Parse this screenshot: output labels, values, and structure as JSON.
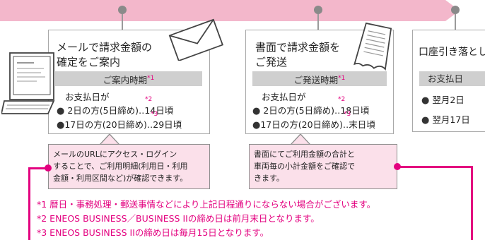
{
  "colors": {
    "accent": "#e3007f",
    "band": "#f3b7cb",
    "note_bg": "#fbe0ea",
    "bar": "#cfcfcf"
  },
  "step1": {
    "title_lines": [
      "メールで請求金額の",
      "確定をご案内"
    ],
    "bar_label": "ご案内時期",
    "bar_mark": "*1",
    "intro": "お支払日が",
    "rows": [
      {
        "text": "2日の方(5日締め)",
        "mark": "*2",
        "dots": "‥",
        "result": "14日頃"
      },
      {
        "text": "17日の方(20日締め)",
        "mark": "*3",
        "dots": "‥",
        "result": "29日頃"
      }
    ],
    "note_lines": [
      "メールのURLにアクセス・ログイン",
      "することで、ご利用明細(利用日・利用",
      "金額・利用区間など)が確認できます。"
    ]
  },
  "step2": {
    "title_lines": [
      "書面で請求金額を",
      "ご発送"
    ],
    "bar_label": "ご発送時期",
    "bar_mark": "*1",
    "intro": "お支払日が",
    "rows": [
      {
        "text": "2日の方(5日締め)",
        "mark": "*2",
        "dots": "‥",
        "result": "18日頃"
      },
      {
        "text": "17日の方(20日締め)",
        "mark": "*3",
        "dots": "‥",
        "result": "末日頃"
      }
    ],
    "note_lines": [
      "書面にてご利用金額の合計と",
      "車両毎の小計金額をご確認で",
      "きます。"
    ]
  },
  "step3": {
    "title": "口座引き落とし",
    "bar_label": "お支払日",
    "rows": [
      "翌月2日",
      "翌月17日"
    ]
  },
  "bullet": "●",
  "footnotes": [
    "*1 暦日・事務処理・郵送事情などにより上記日程通りにならない場合がございます。",
    "*2 ENEOS BUSINESS／BUSINESS IIの締め日は前月末日となります。",
    "*3 ENEOS BUSINESS IIの締め日は毎月15日となります。"
  ],
  "icons": [
    "laptop-icon",
    "envelope-icon",
    "document-icon"
  ]
}
